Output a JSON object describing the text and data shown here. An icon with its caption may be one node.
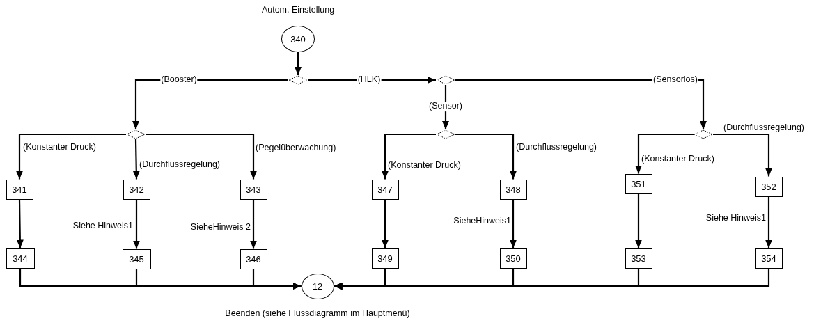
{
  "diagram": {
    "nodes": [
      {
        "text": [
          "340"
        ],
        "beside": [
          "Autom. Einstellung"
        ]
      },
      {
        "text": [],
        "shape": "diamond"
      },
      {
        "text": [],
        "shape": "diamond"
      },
      {
        "text": [],
        "shape": "diamond"
      },
      {
        "text": [],
        "shape": "diamond"
      },
      {
        "text": [],
        "shape": "diamond"
      },
      {
        "text": [
          "341"
        ]
      },
      {
        "text": [
          "342"
        ]
      },
      {
        "text": [
          "343"
        ]
      },
      {
        "text": [
          "347"
        ]
      },
      {
        "text": [
          "348"
        ]
      },
      {
        "text": [
          "351"
        ]
      },
      {
        "text": [
          "352"
        ]
      },
      {
        "text": [
          "344"
        ]
      },
      {
        "text": [
          "345"
        ]
      },
      {
        "text": [
          "346"
        ]
      },
      {
        "text": [
          "349"
        ]
      },
      {
        "text": [
          "350"
        ]
      },
      {
        "text": [
          "353"
        ]
      },
      {
        "text": [
          "354"
        ]
      },
      {
        "text": [
          "12"
        ],
        "beside": [
          "Beenden (siehe Flussdiagramm im Hauptmenü)"
        ]
      }
    ],
    "edges": [
      {
        "from": 0,
        "to": 1,
        "arrow": "to"
      },
      {
        "from": 1,
        "to": 3,
        "arrow": "to",
        "label": "(Booster)"
      },
      {
        "from": 1,
        "to": 2,
        "arrow": "to",
        "label": "(HLK)"
      },
      {
        "from": 2,
        "to": 4,
        "arrow": "to",
        "label": "(Sensor)"
      },
      {
        "from": 2,
        "to": 5,
        "arrow": "to",
        "label": "(Sensorlos)"
      },
      {
        "from": 3,
        "to": 6,
        "arrow": "to",
        "label": "(Konstanter Druck)"
      },
      {
        "from": 3,
        "to": 7,
        "arrow": "to",
        "label": "(Durchflussregelung)"
      },
      {
        "from": 3,
        "to": 8,
        "arrow": "to",
        "label": "(Pegelüberwachung)"
      },
      {
        "from": 4,
        "to": 9,
        "arrow": "to",
        "label": "(Konstanter Druck)"
      },
      {
        "from": 4,
        "to": 10,
        "arrow": "to",
        "label": "(Durchflussregelung)"
      },
      {
        "from": 5,
        "to": 11,
        "arrow": "to",
        "label": "(Konstanter Druck)"
      },
      {
        "from": 5,
        "to": 12,
        "arrow": "to",
        "label": "(Durchflussregelung)"
      },
      {
        "from": 6,
        "to": 13,
        "arrow": "to"
      },
      {
        "from": 7,
        "to": 14,
        "arrow": "to",
        "label": "Siehe Hinweis1"
      },
      {
        "from": 8,
        "to": 15,
        "arrow": "to",
        "label": "SieheHinweis 2"
      },
      {
        "from": 9,
        "to": 16,
        "arrow": "to"
      },
      {
        "from": 10,
        "to": 17,
        "arrow": "to",
        "label": "SieheHinweis1"
      },
      {
        "from": 11,
        "to": 18,
        "arrow": "to"
      },
      {
        "from": 12,
        "to": 19,
        "arrow": "to",
        "label": "Siehe Hinweis1"
      },
      {
        "from": 13,
        "to": 20,
        "arrow": "to"
      },
      {
        "from": 14,
        "to": 20,
        "arrow": "to"
      },
      {
        "from": 15,
        "to": 20,
        "arrow": "to"
      },
      {
        "from": 16,
        "to": 20,
        "arrow": "to"
      },
      {
        "from": 17,
        "to": 20,
        "arrow": "to"
      },
      {
        "from": 18,
        "to": 20,
        "arrow": "to"
      },
      {
        "from": 19,
        "to": 20,
        "arrow": "to"
      }
    ]
  }
}
